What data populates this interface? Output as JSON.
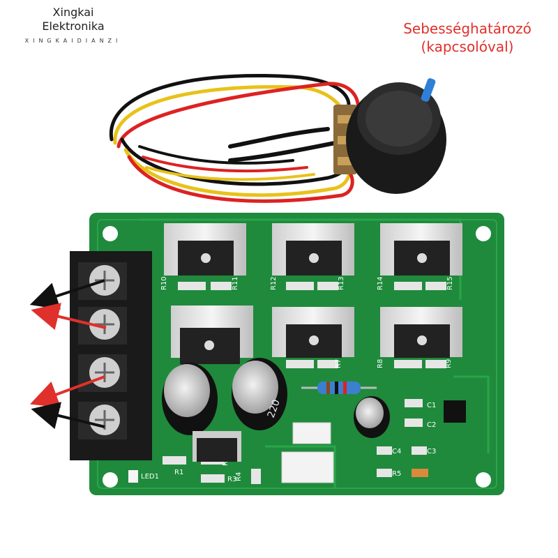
{
  "brand": {
    "line1": "Xingkai",
    "line2": "Elektronika",
    "tagline": "XINGKAIDIANZI"
  },
  "caption": {
    "line1": "Sebességhatározó",
    "line2": "(kapcsolóval)"
  },
  "board_labels": {
    "r10": "R10",
    "r11": "R11",
    "r12": "R12",
    "r13": "R13",
    "r14": "R14",
    "r15": "R15",
    "r7": "R7",
    "r8": "R8",
    "r9": "R9",
    "c1": "C1",
    "c2": "C2",
    "c3": "C3",
    "c4": "C4",
    "r1": "R1",
    "r2": "R2",
    "r3": "R3",
    "r4": "R4",
    "r5": "R5",
    "led1": "LED1",
    "cap_marking": "220"
  },
  "colors": {
    "pcb": "#1f8a3c",
    "arrow_red": "#e0302c",
    "arrow_black": "#111111",
    "caption": "#e0302c"
  }
}
